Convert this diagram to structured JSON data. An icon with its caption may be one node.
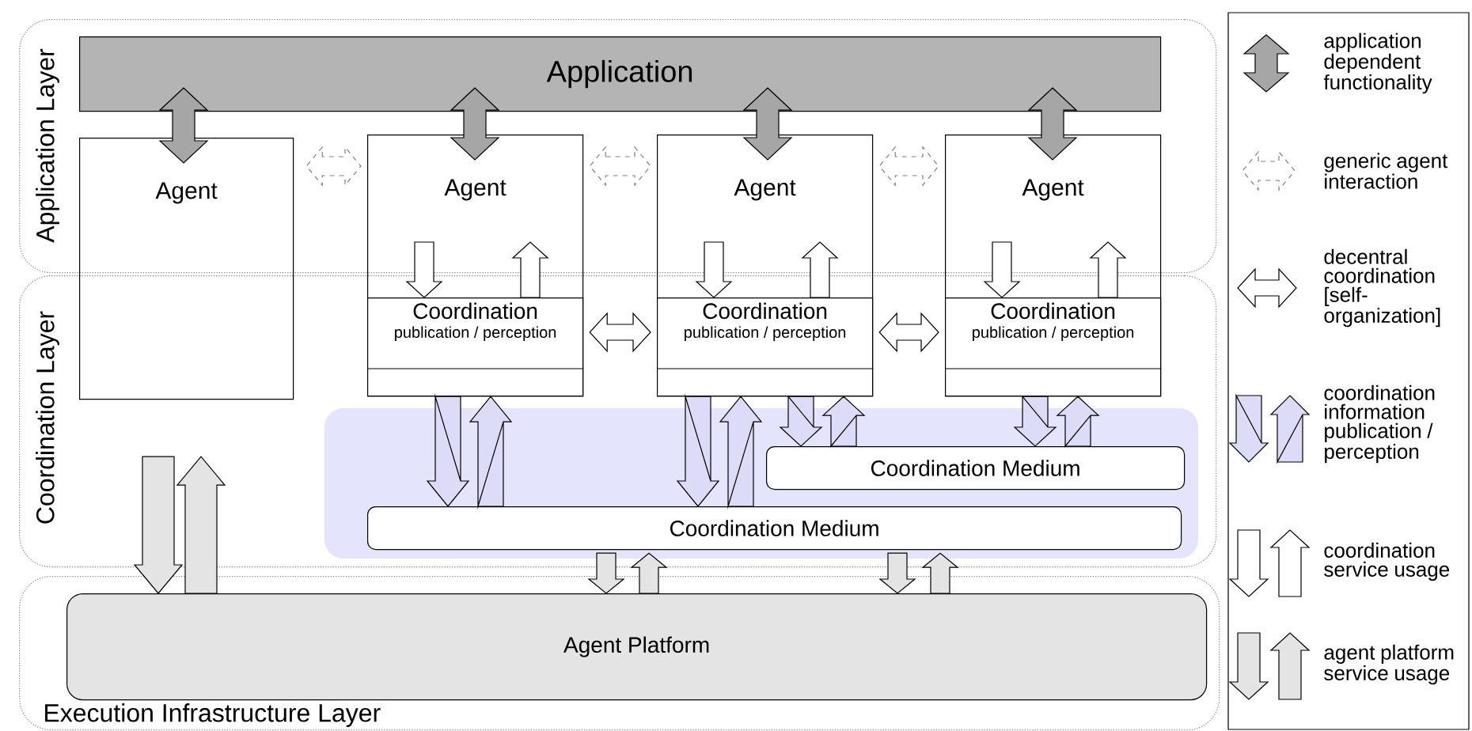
{
  "diagram": {
    "nodes": [
      {
        "text": [
          "Application Layer"
        ]
      },
      {
        "text": [
          "Coordination Layer"
        ]
      },
      {
        "text": [
          "Execution Infrastructure Layer"
        ]
      },
      {
        "text": [
          "Application"
        ],
        "in": 0
      },
      {
        "text": [
          "Agent"
        ]
      },
      {
        "text": [
          "Agent"
        ]
      },
      {
        "text": [
          "Agent"
        ]
      },
      {
        "text": [
          "Agent"
        ]
      },
      {
        "text": [
          "Coordination",
          "publication / perception"
        ]
      },
      {
        "text": [
          "Coordination",
          "publication / perception"
        ]
      },
      {
        "text": [
          "Coordination",
          "publication / perception"
        ]
      },
      {
        "text": [
          "Coordination Medium"
        ],
        "in": 1
      },
      {
        "text": [
          "Coordination Medium"
        ],
        "in": 1
      },
      {
        "text": [
          "Agent Platform"
        ],
        "in": 2
      }
    ],
    "edges": [
      {
        "from": 3,
        "to": 4,
        "arrow": "both",
        "color": "#a6a6a6"
      },
      {
        "from": 3,
        "to": 5,
        "arrow": "both",
        "color": "#a6a6a6"
      },
      {
        "from": 3,
        "to": 6,
        "arrow": "both",
        "color": "#a6a6a6"
      },
      {
        "from": 3,
        "to": 7,
        "arrow": "both",
        "color": "#a6a6a6"
      },
      {
        "from": 4,
        "to": 5,
        "arrow": "both",
        "style": "dashed"
      },
      {
        "from": 5,
        "to": 6,
        "arrow": "both",
        "style": "dashed"
      },
      {
        "from": 6,
        "to": 7,
        "arrow": "both",
        "style": "dashed"
      },
      {
        "from": 8,
        "to": 9,
        "arrow": "both"
      },
      {
        "from": 9,
        "to": 10,
        "arrow": "both"
      },
      {
        "from": 5,
        "to": 8,
        "arrow": "to"
      },
      {
        "from": 8,
        "to": 5,
        "arrow": "to"
      },
      {
        "from": 6,
        "to": 9,
        "arrow": "to"
      },
      {
        "from": 9,
        "to": 6,
        "arrow": "to"
      },
      {
        "from": 7,
        "to": 10,
        "arrow": "to"
      },
      {
        "from": 10,
        "to": 7,
        "arrow": "to"
      },
      {
        "from": 8,
        "to": 12,
        "arrow": "to",
        "color": "#dcdcf8"
      },
      {
        "from": 12,
        "to": 8,
        "arrow": "to",
        "color": "#dcdcf8"
      },
      {
        "from": 9,
        "to": 12,
        "arrow": "to",
        "color": "#dcdcf8"
      },
      {
        "from": 12,
        "to": 9,
        "arrow": "to",
        "color": "#dcdcf8"
      },
      {
        "from": 9,
        "to": 11,
        "arrow": "to",
        "color": "#dcdcf8"
      },
      {
        "from": 11,
        "to": 9,
        "arrow": "to",
        "color": "#dcdcf8"
      },
      {
        "from": 10,
        "to": 11,
        "arrow": "to",
        "color": "#dcdcf8"
      },
      {
        "from": 11,
        "to": 10,
        "arrow": "to",
        "color": "#dcdcf8"
      },
      {
        "from": 4,
        "to": 13,
        "arrow": "to",
        "color": "#e4e4e4"
      },
      {
        "from": 13,
        "to": 4,
        "arrow": "to",
        "color": "#e4e4e4"
      },
      {
        "from": 12,
        "to": 13,
        "arrow": "to",
        "color": "#e4e4e4"
      },
      {
        "from": 13,
        "to": 12,
        "arrow": "to",
        "color": "#e4e4e4"
      },
      {
        "from": 12,
        "to": 13,
        "arrow": "to",
        "color": "#e4e4e4"
      },
      {
        "from": 13,
        "to": 12,
        "arrow": "to",
        "color": "#e4e4e4"
      }
    ],
    "legend": [
      {
        "text": "application dependent functionality"
      },
      {
        "text": "generic agent interaction"
      },
      {
        "text": "decentral coordination [self-organization]"
      },
      {
        "text": "coordination information publication / perception"
      },
      {
        "text": "coordination service usage"
      },
      {
        "text": "agent platform service usage"
      }
    ]
  }
}
